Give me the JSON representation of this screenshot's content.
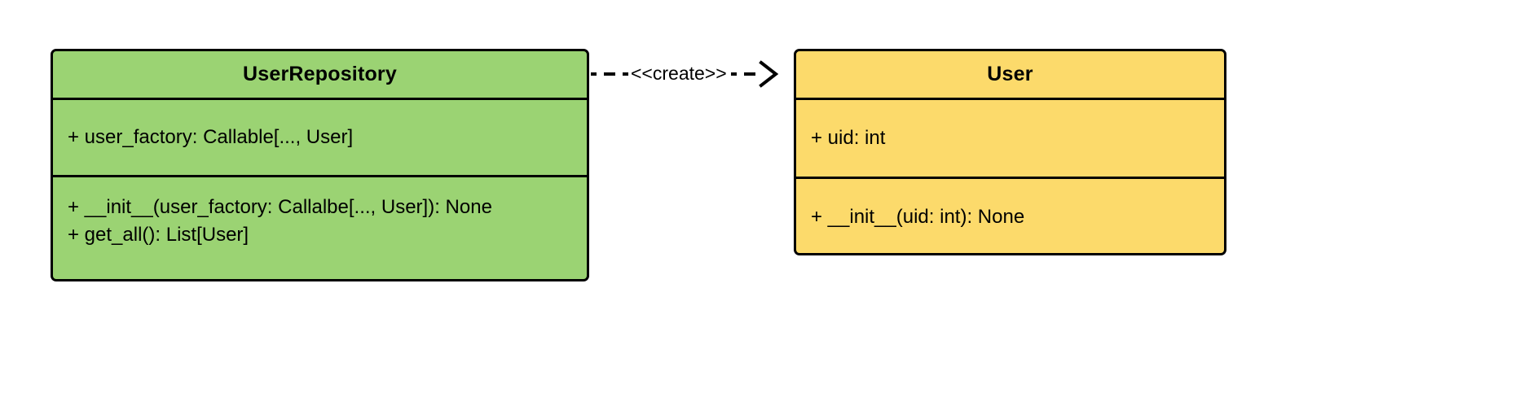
{
  "diagram": {
    "type": "uml-class-diagram",
    "background_color": "#ffffff",
    "classes": [
      {
        "id": "user-repository",
        "name": "UserRepository",
        "fill_color": "#9bd373",
        "border_color": "#000000",
        "attributes": [
          "+ user_factory: Callable[..., User]"
        ],
        "methods": [
          "+ __init__(user_factory: Callalbe[..., User]): None",
          "+ get_all(): List[User]"
        ]
      },
      {
        "id": "user",
        "name": "User",
        "fill_color": "#fcda6b",
        "border_color": "#000000",
        "attributes": [
          "+ uid: int"
        ],
        "methods": [
          "+ __init__(uid: int): None"
        ]
      }
    ],
    "relationships": [
      {
        "id": "create-dependency",
        "kind": "dependency",
        "line_style": "dashed",
        "arrow_head": "open",
        "stereotype": "<<create>>",
        "source": "UserRepository",
        "target": "User"
      }
    ]
  }
}
